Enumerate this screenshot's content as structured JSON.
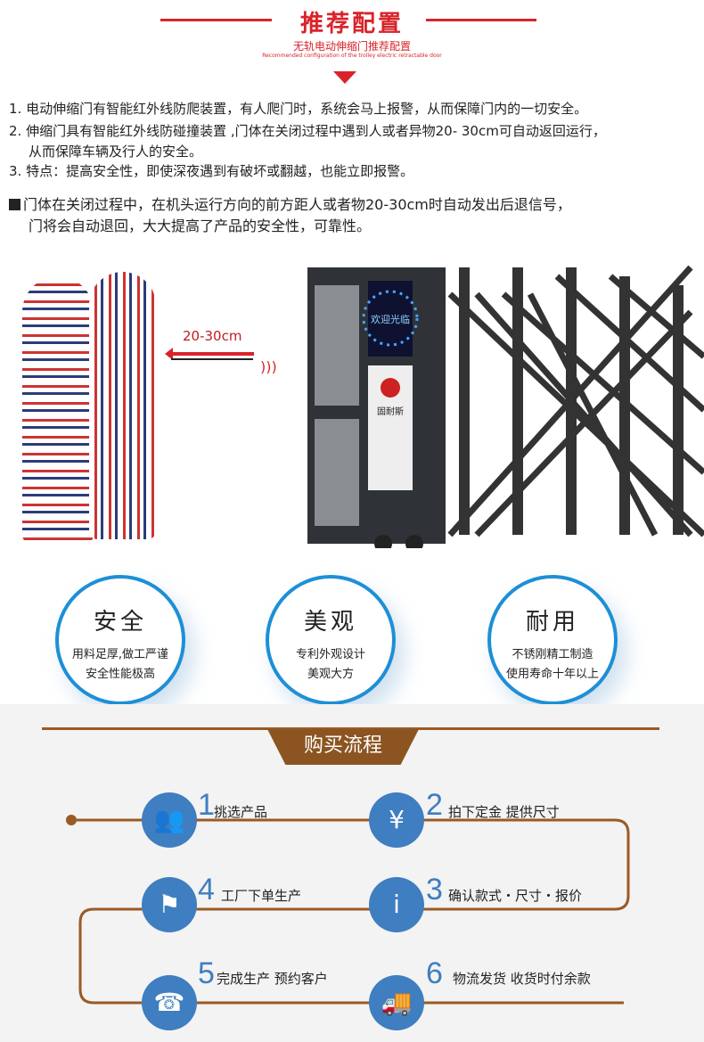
{
  "header": {
    "title": "推荐配置",
    "subtitle": "无轨电动伸缩门推荐配置",
    "english": "Recommended configuration of the trolley electric retractable door"
  },
  "features": [
    "1. 电动伸缩门有智能红外线防爬装置，有人爬门时，系统会马上报警，从而保障门内的一切安全。",
    "2. 伸缩门具有智能红外线防碰撞装置 ,门体在关闭过程中遇到人或者异物20- 30cm可自动返回运行，",
    "从而保障车辆及行人的安全。",
    "3. 特点：提高安全性，即使深夜遇到有破坏或翻越，也能立即报警。"
  ],
  "note": [
    "门体在关闭过程中，在机头运行方向的前方距人或者物20-30cm时自动发出后退信号，",
    "门将会自动退回，大大提高了产品的安全性，可靠性。"
  ],
  "illustration": {
    "distance": "20-30cm",
    "screen_text": "欢迎光临",
    "brand": "固耐斯"
  },
  "qualities": [
    {
      "title": "安全",
      "lines": [
        "用料足厚,做工严谨",
        "安全性能极高"
      ]
    },
    {
      "title": "美观",
      "lines": [
        "专利外观设计",
        "美观大方"
      ]
    },
    {
      "title": "耐用",
      "lines": [
        "不锈刚精工制造",
        "使用寿命十年以上"
      ]
    }
  ],
  "process": {
    "title": "购买流程",
    "steps": [
      {
        "num": "1",
        "label": "挑选产品",
        "icon": "reception-icon"
      },
      {
        "num": "2",
        "label": "拍下定金  提供尺寸",
        "icon": "yen-icon"
      },
      {
        "num": "3",
        "label": "确认款式・尺寸・报价",
        "icon": "info-person-icon"
      },
      {
        "num": "4",
        "label": "工厂下单生产",
        "icon": "delivery-person-icon"
      },
      {
        "num": "5",
        "label": "完成生产  预约客户",
        "icon": "phone-icon"
      },
      {
        "num": "6",
        "label": "物流发货  收货时付余款",
        "icon": "truck-icon"
      }
    ]
  },
  "colors": {
    "red": "#d9232a",
    "blue": "#1e8fd6",
    "brown": "#8c5420"
  }
}
